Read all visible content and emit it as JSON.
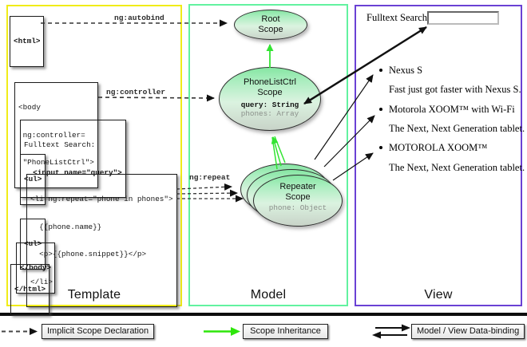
{
  "panels": {
    "template": {
      "label": "Template"
    },
    "model": {
      "label": "Model"
    },
    "view": {
      "label": "View"
    }
  },
  "template": {
    "boxes": {
      "html_open": "<html>",
      "body_open": {
        "lines": [
          "<body",
          " ng:controller=",
          " \"PhoneListCtrl\">"
        ]
      },
      "fulltext": {
        "line1": "Fulltext Search:",
        "line2": "  <input name=\"query\">"
      },
      "ul_open": "<ul>",
      "li_repeat": {
        "lines": [
          "<li ng:repeat=\"phone in phones\">",
          "  {{phone.name}}",
          "  <p>{{phone.snippet}}</p>",
          "</li>"
        ]
      },
      "ul_close": "<ul>",
      "body_close": "</body>",
      "html_close": "</html>"
    },
    "arrow_labels": {
      "autobind": "ng:autobind",
      "controller": "ng:controller",
      "repeat": "ng:repeat"
    }
  },
  "model": {
    "root_scope": {
      "title1": "Root",
      "title2": "Scope"
    },
    "phonelist_scope": {
      "title1": "PhoneListCtrl",
      "title2": "Scope",
      "prop1": "query: String",
      "prop2": "phones: Array"
    },
    "repeater_scope": {
      "title1": "Repeater",
      "title2": "Scope",
      "prop1": "phone: Object"
    }
  },
  "view": {
    "search_label": "Fulltext Search:",
    "search_value": "",
    "items": [
      {
        "name": "Nexus S",
        "snippet": "Fast just got faster with Nexus S."
      },
      {
        "name": "Motorola XOOM™ with Wi-Fi",
        "snippet": "The Next, Next Generation tablet."
      },
      {
        "name": "MOTOROLA XOOM™",
        "snippet": "The Next, Next Generation tablet."
      }
    ]
  },
  "legend": {
    "implicit": "Implicit Scope Declaration",
    "inheritance": "Scope Inheritance",
    "binding": "Model / View Data-binding"
  },
  "colors": {
    "template_border": "#f0ec18",
    "model_border": "#62f2a0",
    "view_border": "#6a41d4",
    "codebox_fill": "#e3e346",
    "scope_green": "#86e6a3",
    "inheritance_arrow": "#32e432",
    "legend_green": "#2ee60a",
    "arrow_black": "#111111"
  }
}
